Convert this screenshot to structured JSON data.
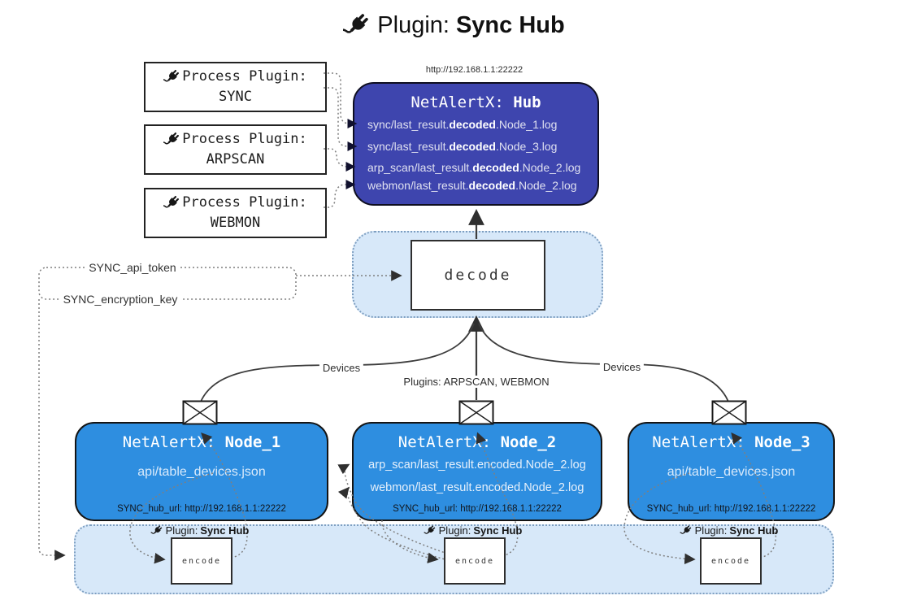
{
  "title": {
    "prefix": "Plugin: ",
    "name": "Sync Hub"
  },
  "hub": {
    "url": "http://192.168.1.1:22222",
    "title_prefix": "NetAlertX: ",
    "title_name": "Hub",
    "files": [
      {
        "pre": "sync/last_result.",
        "bold": "decoded",
        "post": ".Node_1.log"
      },
      {
        "pre": "sync/last_result.",
        "bold": "decoded",
        "post": ".Node_3.log"
      },
      {
        "pre": "arp_scan/last_result.",
        "bold": "decoded",
        "post": ".Node_2.log"
      },
      {
        "pre": "webmon/last_result.",
        "bold": "decoded",
        "post": ".Node_2.log"
      }
    ]
  },
  "process_plugins": {
    "items": [
      {
        "label": "Process Plugin:",
        "name": "SYNC"
      },
      {
        "label": "Process Plugin:",
        "name": "ARPSCAN"
      },
      {
        "label": "Process Plugin:",
        "name": "WEBMON"
      }
    ]
  },
  "decode_box": {
    "label": "decode"
  },
  "settings": {
    "api_token": "SYNC_api_token",
    "encryption_key": "SYNC_encryption_key"
  },
  "edge_labels": {
    "devices_left": "Devices",
    "devices_right": "Devices",
    "plugins_mid": "Plugins: ARPSCAN, WEBMON"
  },
  "nodes": {
    "items": [
      {
        "title_prefix": "NetAlertX: ",
        "title_name": "Node_1",
        "files": [
          "api/table_devices.json"
        ],
        "hub_url": "SYNC_hub_url: http://192.168.1.1:22222"
      },
      {
        "title_prefix": "NetAlertX: ",
        "title_name": "Node_2",
        "files": [
          "arp_scan/last_result.encoded.Node_2.log",
          "webmon/last_result.encoded.Node_2.log"
        ],
        "hub_url": "SYNC_hub_url: http://192.168.1.1:22222"
      },
      {
        "title_prefix": "NetAlertX: ",
        "title_name": "Node_3",
        "files": [
          "api/table_devices.json"
        ],
        "hub_url": "SYNC_hub_url: http://192.168.1.1:22222"
      }
    ]
  },
  "encoders": {
    "items": [
      {
        "plugin_prefix": "Plugin: ",
        "plugin_name": "Sync Hub",
        "box_label": "encode"
      },
      {
        "plugin_prefix": "Plugin: ",
        "plugin_name": "Sync Hub",
        "box_label": "encode"
      },
      {
        "plugin_prefix": "Plugin: ",
        "plugin_name": "Sync Hub",
        "box_label": "encode"
      }
    ]
  },
  "colors": {
    "hub_bg": "#3e45ae",
    "node_bg": "#2e8ee0",
    "container_bg": "#d7e8f9",
    "container_border": "#7e9fc1"
  }
}
